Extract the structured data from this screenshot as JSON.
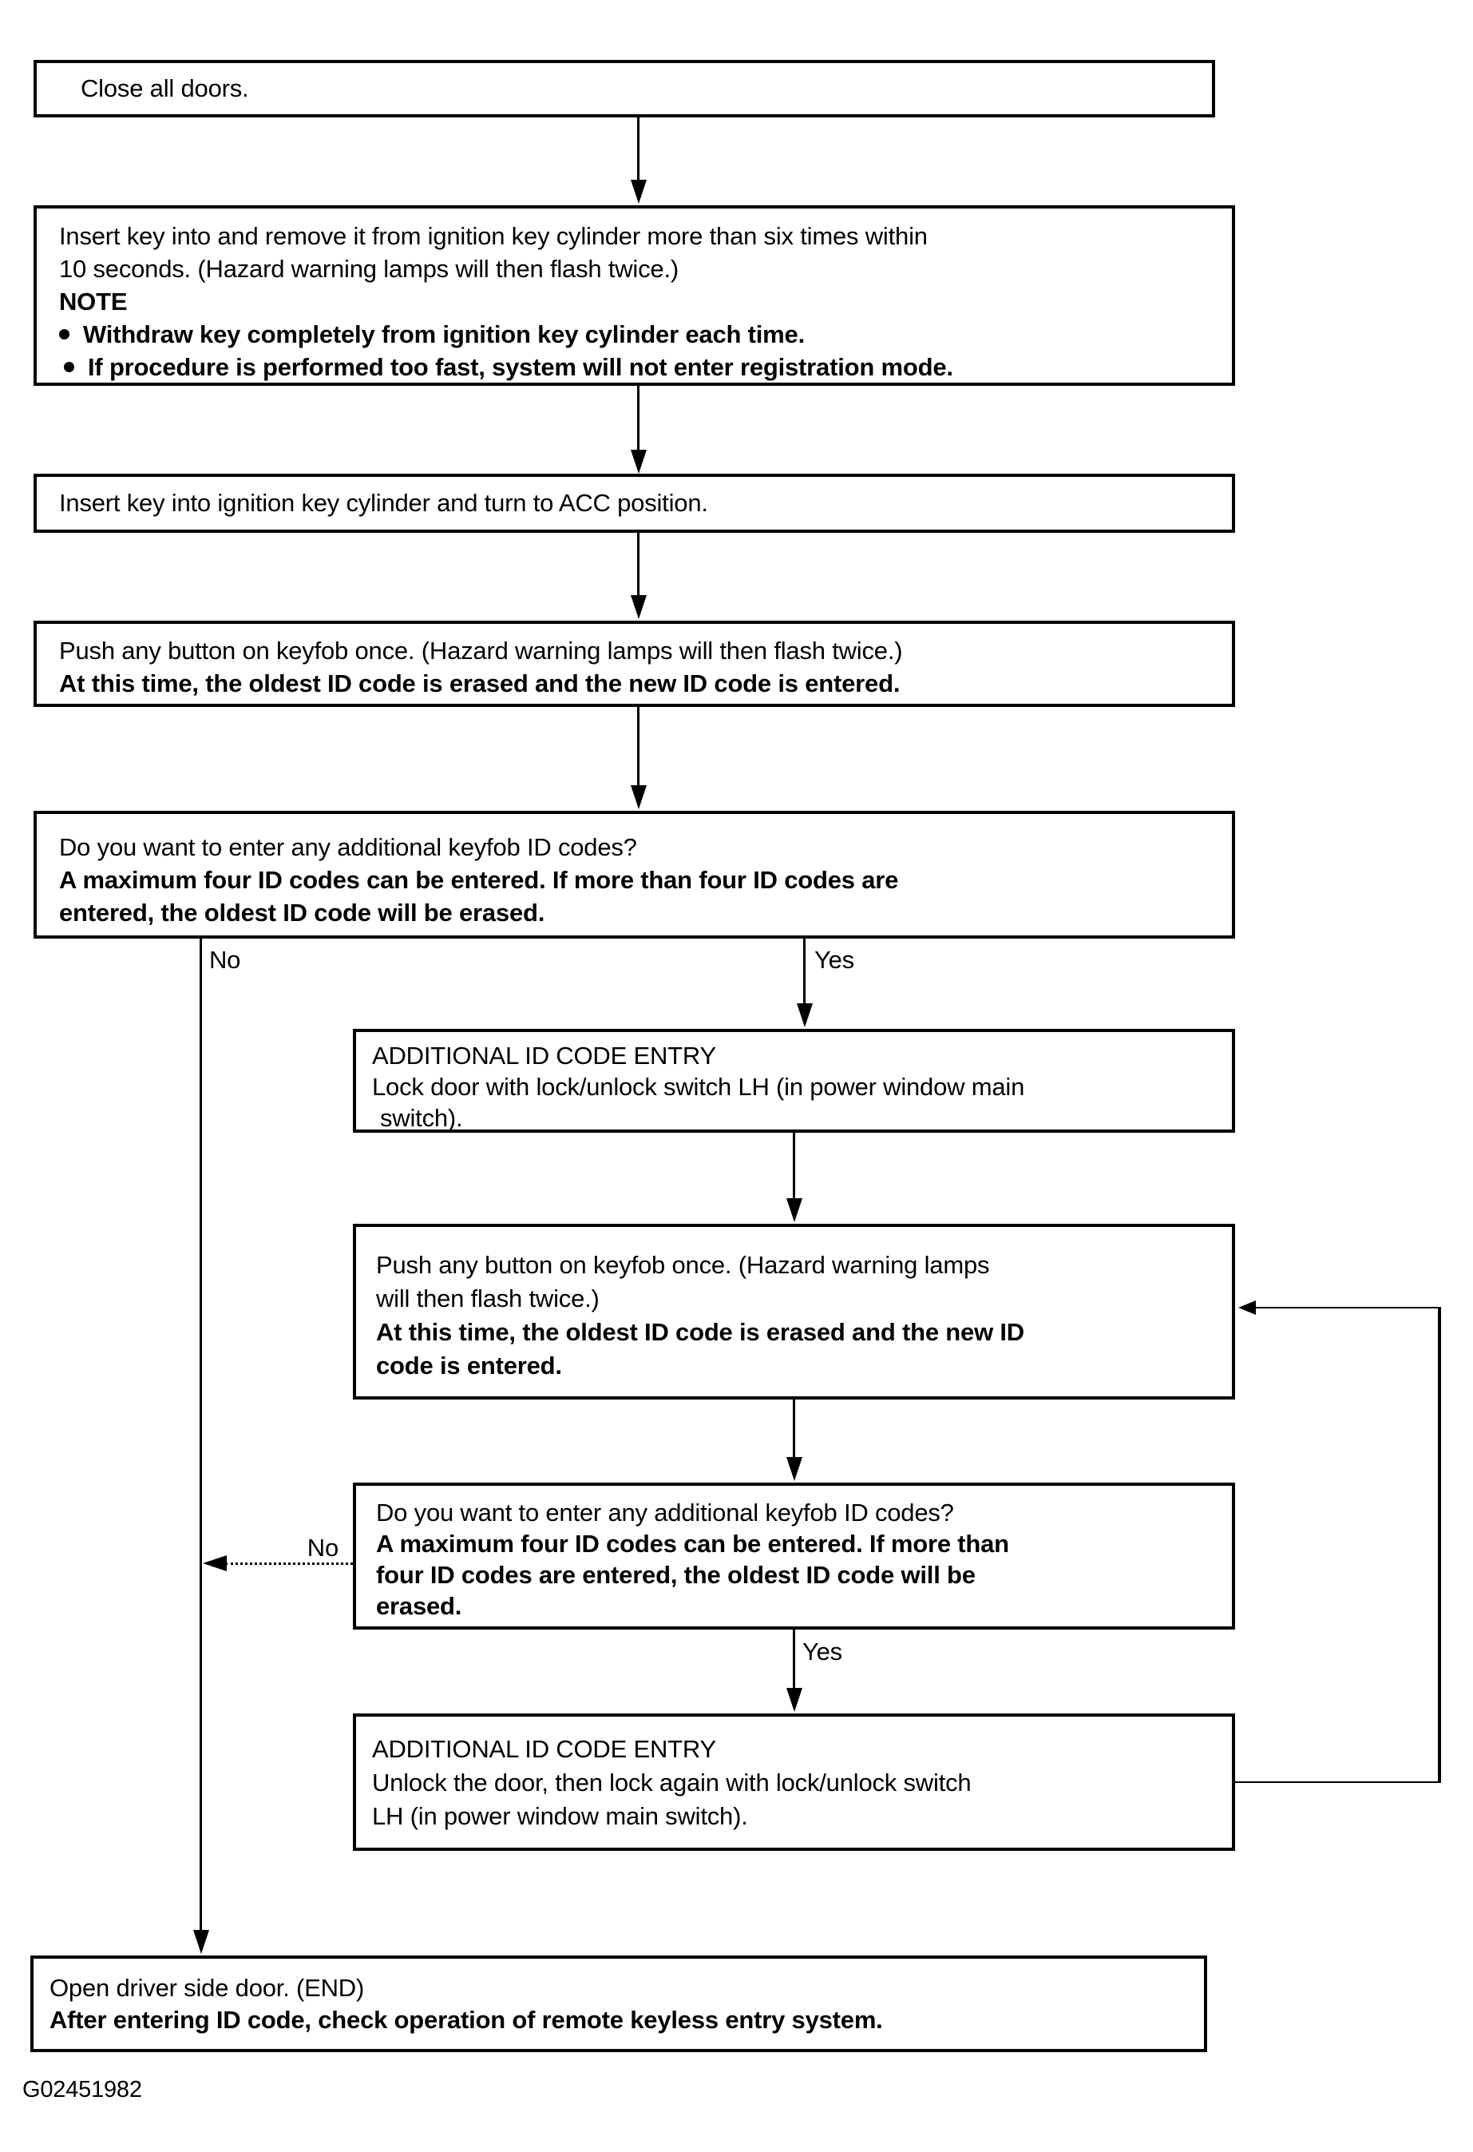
{
  "colors": {
    "ink": "#000000",
    "paper": "#ffffff"
  },
  "labels": {
    "no1": "No",
    "yes1": "Yes",
    "no2": "No",
    "yes2": "Yes"
  },
  "figure_code": "G02451982",
  "boxes": {
    "box1": {
      "lines": [
        {
          "text": "Close all doors."
        }
      ]
    },
    "box2": {
      "lines": [
        {
          "text": "Insert key into and remove it from ignition key cylinder more than six times within"
        },
        {
          "text": "10 seconds. (Hazard warning lamps will then flash twice.)"
        },
        {
          "text": "NOTE"
        },
        {
          "text": "Withdraw key completely from ignition key cylinder each time."
        },
        {
          "text": "If procedure is performed too fast, system will not enter registration mode."
        }
      ]
    },
    "box3": {
      "lines": [
        {
          "text": "Insert key into ignition key cylinder and turn to ACC position."
        }
      ]
    },
    "box4": {
      "lines": [
        {
          "text": "Push any button on keyfob once. (Hazard warning lamps will then flash twice.)"
        },
        {
          "text": "At this time, the oldest ID code is erased and the new ID code is entered."
        }
      ]
    },
    "box5": {
      "lines": [
        {
          "text": "Do you want to enter any additional keyfob ID codes?"
        },
        {
          "text": "A maximum four ID codes can be entered. If more than four ID codes are"
        },
        {
          "text": "entered, the oldest ID code will be erased."
        }
      ]
    },
    "box6": {
      "lines": [
        {
          "text": "ADDITIONAL ID CODE ENTRY"
        },
        {
          "text": "Lock door with lock/unlock switch LH (in power window main"
        },
        {
          "text": "switch)."
        }
      ]
    },
    "box7": {
      "lines": [
        {
          "text": "Push any button on keyfob once. (Hazard warning lamps"
        },
        {
          "text": "will then flash twice.)"
        },
        {
          "text": "At this time, the oldest ID code is erased and the new ID"
        },
        {
          "text": "code is entered."
        }
      ]
    },
    "box8": {
      "lines": [
        {
          "text": "Do you want to enter any additional keyfob ID codes?"
        },
        {
          "text": "A maximum four ID codes can be entered. If more than"
        },
        {
          "text": "four ID codes are entered, the oldest ID code will be"
        },
        {
          "text": "erased."
        }
      ]
    },
    "box9": {
      "lines": [
        {
          "text": "ADDITIONAL ID CODE ENTRY"
        },
        {
          "text": "Unlock the door, then lock again with lock/unlock switch"
        },
        {
          "text": "LH (in power window main switch)."
        }
      ]
    },
    "box10": {
      "lines": [
        {
          "text": "Open driver side door. (END)"
        },
        {
          "text": "After entering ID code, check operation of remote keyless entry system."
        }
      ]
    }
  }
}
